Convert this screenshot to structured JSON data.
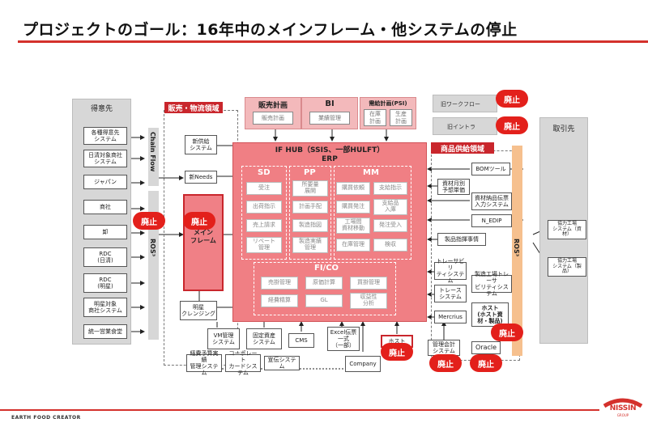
{
  "title": "プロジェクトのゴール：16年中のメインフレーム・他システムの停止",
  "left_panel": {
    "title": "得意先",
    "items": [
      "各種得意先\nシステム",
      "日清対象商社\nシステム",
      "ジャパン",
      "商社",
      "卸",
      "RDC\n(日清)",
      "RDC\n(明星)",
      "明星対象\n商社システム",
      "統一営業食堂"
    ]
  },
  "right_panel": {
    "title": "取引先",
    "items": [
      "協力工場\nシステム（資材）",
      "協力工場\nシステム（製品）"
    ]
  },
  "vertical_labels": {
    "chain_flow": "Chain Flow",
    "ros_left": "ROS³",
    "ros_right": "ROS³"
  },
  "sales_region": {
    "header": "販売・物流領域",
    "boxes": {
      "new_supply": "新供給\nシステム",
      "new_needs": "新Needs",
      "mainframe": "メイン\nフレーム",
      "meisei": "明星\nクレンジング"
    }
  },
  "top_pink": {
    "sales_plan_title": "販売計画",
    "sales_plan_item": "販売計画",
    "bi_title": "BI",
    "bi_item": "業績管理",
    "psi_title": "需給計画(PSI)",
    "psi_items": [
      "在庫\n計画",
      "生産\n計画"
    ]
  },
  "erp": {
    "hub": "IF HUB（SSIS、一部HULFT）",
    "title": "ERP",
    "modules": {
      "sd": {
        "label": "SD",
        "cells": [
          "受注",
          "出荷指示",
          "売上請求",
          "リベート\n管理"
        ]
      },
      "pp": {
        "label": "PP",
        "cells": [
          "所要量\n展開",
          "計画手配",
          "製造指図",
          "製造実績\n管理"
        ]
      },
      "mm": {
        "label": "MM",
        "cells": [
          "購買依頼",
          "支給指示",
          "購買発注",
          "支給品\n入庫",
          "工場間\n資材移動",
          "発注受入",
          "在庫管理",
          "検収"
        ]
      },
      "fico": {
        "label": "FI/CO",
        "cells": [
          "売掛管理",
          "原価計算",
          "買掛管理",
          "経費精算",
          "GL",
          "収益性\n分析"
        ]
      }
    }
  },
  "supply_region": {
    "header": "商品供給領域",
    "old_workflow": "旧ワークフロー",
    "old_intra": "旧イントラ",
    "boxes": [
      "BOMツール",
      "資材月別\n予想単価",
      "資材納品伝票\n入力システム",
      "N_EDIP",
      "製品指揮事情",
      "トレーサビリ\nティシステム",
      "製造工場トレーサ\nビリティシステム",
      "トレース\nシステム",
      "Mercrius",
      "ホスト\n(ホスト資\n材・製品)",
      "Oracle"
    ]
  },
  "bottom": {
    "vm": "VM管理\nシステム",
    "fixed_assets": "固定資産\nシステム",
    "cms": "CMS",
    "excel": "Excel伝票\n一式\n（一部）",
    "company": "Company",
    "host": "ホスト",
    "mgmt_accounting": "管理会計\nシステム",
    "budget": "経費予算実績\n管理システム",
    "corporate_card": "コーポレート\nカードシステム",
    "promo": "宣伝システム"
  },
  "badge_label": "廃止",
  "footer": "EARTH FOOD CREATOR",
  "logo": {
    "text": "NISSIN",
    "sub": "GROUP"
  },
  "colors": {
    "accent": "#d4312c",
    "erp_fill": "#f07f84",
    "badge": "#e3201b",
    "pink": "#f3b9bb",
    "orange": "#f6c08e"
  }
}
